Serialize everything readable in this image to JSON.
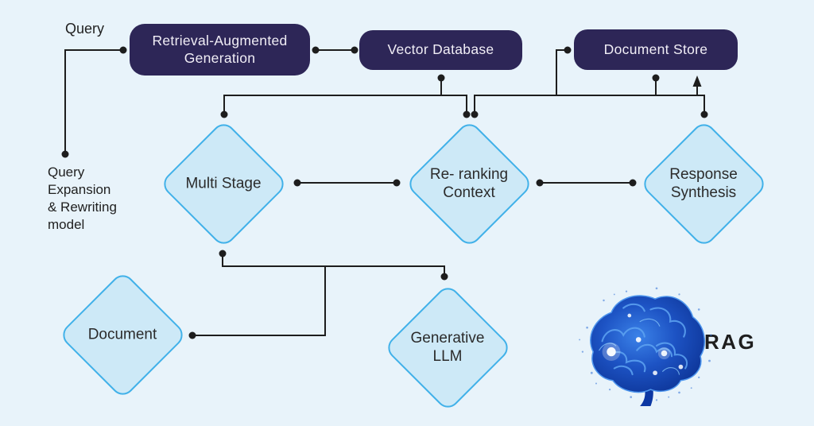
{
  "diagram": {
    "query_label": "Query",
    "side_note": "Query\nExpansion\n& Rewriting\nmodel",
    "rag_caption": "RAG",
    "boxes": {
      "retrieval_augmented_generation": "Retrieval-Augmented\nGeneration",
      "vector_database": "Vector Database",
      "document_store": "Document Store"
    },
    "diamonds": {
      "multi_stage": "Multi Stage",
      "re_ranking_context": "Re- ranking\nContext",
      "response_synthesis": "Response\nSynthesis",
      "document": "Document",
      "generative_llm": "Generative\nLLM"
    },
    "colors": {
      "background": "#e8f3fa",
      "box_fill": "#2d2657",
      "box_text": "#f1eef6",
      "diamond_fill": "#cde9f7",
      "diamond_border": "#41b1e9",
      "connector": "#1d1d1d",
      "brain_blue": "#1d53c4"
    },
    "edges": [
      {
        "from": "Query",
        "to": "Retrieval-Augmented Generation"
      },
      {
        "from": "Query",
        "to": "Query Expansion & Rewriting model"
      },
      {
        "from": "Retrieval-Augmented Generation",
        "to": "Vector Database"
      },
      {
        "from": "Vector Database",
        "to": "Multi Stage"
      },
      {
        "from": "Vector Database",
        "to": "Re- ranking Context"
      },
      {
        "from": "Re- ranking Context",
        "to": "Document Store"
      },
      {
        "from": "Document Store",
        "to": "Response Synthesis"
      },
      {
        "from": "Response Synthesis",
        "to": "Document Store",
        "arrowhead": true
      },
      {
        "from": "Multi Stage",
        "to": "Re- ranking Context"
      },
      {
        "from": "Re- ranking Context",
        "to": "Response Synthesis"
      },
      {
        "from": "Multi Stage",
        "to": "Generative LLM"
      },
      {
        "from": "Multi Stage",
        "to": "Document"
      }
    ]
  }
}
